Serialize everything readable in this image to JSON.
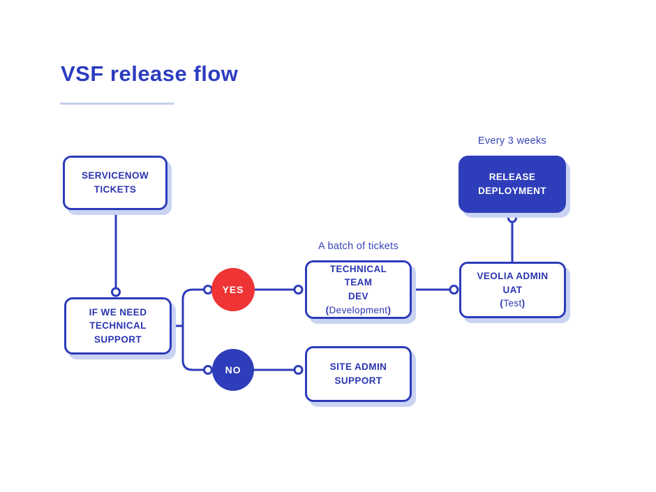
{
  "title": "VSF release flow",
  "colors": {
    "primary_blue": "#2c3bba",
    "text_blue": "#2b35b0",
    "node_fill_blue": "#2e3dba",
    "yes_red": "#ee3434",
    "box_shadow": "#c9d3f2",
    "title_underline": "#c5cfec"
  },
  "nodes": {
    "servicenow": {
      "label": "SERVICENOW\nTICKETS"
    },
    "need_support": {
      "label": "IF WE NEED\nTECHNICAL\nSUPPORT"
    },
    "yes": {
      "label": "YES"
    },
    "no": {
      "label": "NO"
    },
    "technical_team": {
      "label": "TECHNICAL\nTEAM\nDEV",
      "sub_open": "(",
      "sub_text": "Development",
      "sub_close": ")"
    },
    "site_admin": {
      "label": "SITE ADMIN\nSUPPORT"
    },
    "veolia_admin": {
      "label": "VEOLIA ADMIN\nUAT",
      "sub_open": "(",
      "sub_text": "Test",
      "sub_close": ")"
    },
    "release": {
      "label": "RELEASE\nDEPLOYMENT"
    }
  },
  "annotations": {
    "batch": "A batch of tickets",
    "every_3_weeks": "Every 3 weeks"
  }
}
